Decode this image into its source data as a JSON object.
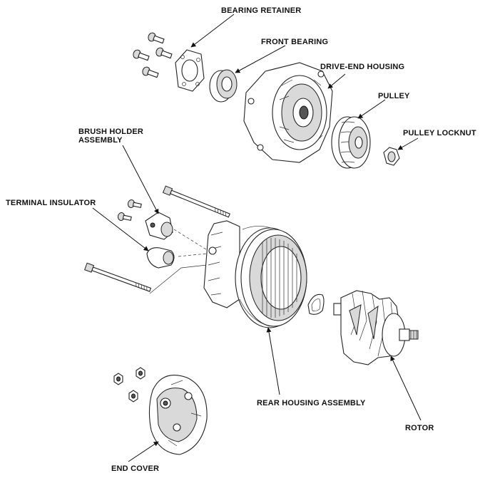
{
  "labels": {
    "bearing_retainer": "BEARING RETAINER",
    "front_bearing": "FRONT BEARING",
    "drive_end_housing": "DRIVE-END HOUSING",
    "pulley": "PULLEY",
    "pulley_locknut": "PULLEY LOCKNUT",
    "brush_holder_line1": "BRUSH HOLDER",
    "brush_holder_line2": "ASSEMBLY",
    "terminal_insulator": "TERMINAL INSULATOR",
    "rear_housing_assembly": "REAR HOUSING ASSEMBLY",
    "rotor": "ROTOR",
    "end_cover": "END COVER"
  }
}
